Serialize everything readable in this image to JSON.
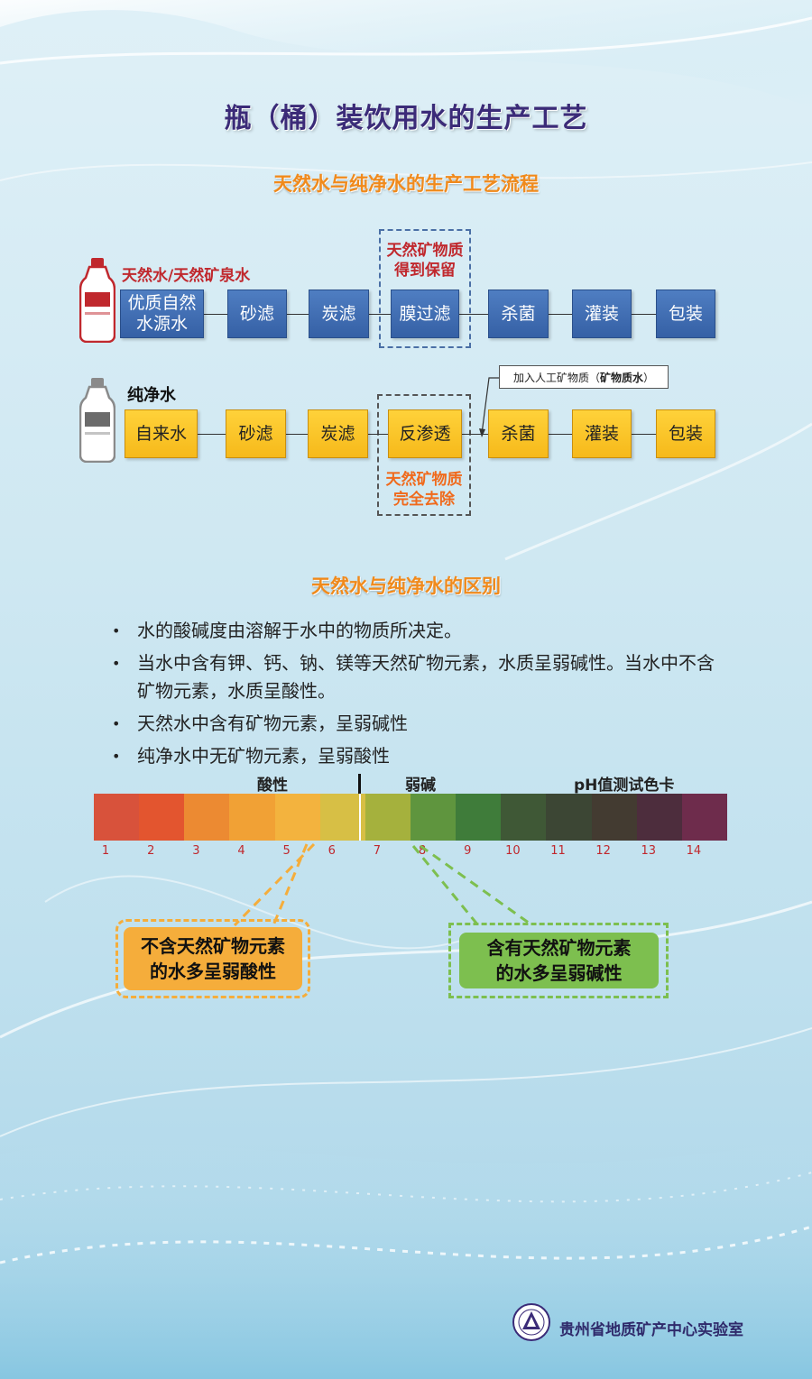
{
  "header": {
    "main_title": "瓶（桶）装饮用水的生产工艺",
    "process_title": "天然水与纯净水的生产工艺流程",
    "difference_title": "天然水与纯净水的区别"
  },
  "natural": {
    "label": "天然水/天然矿泉水",
    "steps": [
      "优质自然水源水",
      "砂滤",
      "炭滤",
      "膜过滤",
      "杀菌",
      "灌装",
      "包装"
    ],
    "step1_line1": "优质自然",
    "step1_line2": "水源水",
    "note_line1": "天然矿物质",
    "note_line2": "得到保留"
  },
  "pure": {
    "label": "纯净水",
    "steps": [
      "自来水",
      "砂滤",
      "炭滤",
      "反渗透",
      "杀菌",
      "灌装",
      "包装"
    ],
    "note_line1": "天然矿物质",
    "note_line2": "完全去除",
    "callout_prefix": "加入人工矿物质（",
    "callout_bold": "矿物质水",
    "callout_suffix": "）"
  },
  "bullets": [
    "水的酸碱度由溶解于水中的物质所决定。",
    "当水中含有钾、钙、钠、镁等天然矿物元素，水质呈弱碱性。当水中不含矿物元素，水质呈酸性。",
    "天然水中含有矿物元素，呈弱碱性",
    "纯净水中无矿物元素，呈弱酸性"
  ],
  "ph": {
    "acid_label": "酸性",
    "alkali_label": "弱碱",
    "card_label": "pH值测试色卡",
    "numbers": [
      "1",
      "2",
      "3",
      "4",
      "5",
      "6",
      "7",
      "8",
      "9",
      "10",
      "11",
      "12",
      "13",
      "14"
    ],
    "colors": [
      "#d8523b",
      "#e3552f",
      "#ec8a32",
      "#f1a135",
      "#f3b33e",
      "#d7bf45",
      "#a5b13d",
      "#5f953e",
      "#3f7c3a",
      "#3f5836",
      "#3c4634",
      "#433b31",
      "#4d2d3d",
      "#6e2c4c"
    ],
    "acid_box_line1": "不含天然矿物元素",
    "acid_box_line2": "的水多呈弱酸性",
    "alkali_box_line1": "含有天然矿物元素",
    "alkali_box_line2": "的水多呈弱碱性",
    "acid_box_color": "#f5ad3b",
    "alkali_box_color": "#7dbf4f"
  },
  "footer": {
    "org_name": "贵州省地质矿产中心实验室"
  }
}
